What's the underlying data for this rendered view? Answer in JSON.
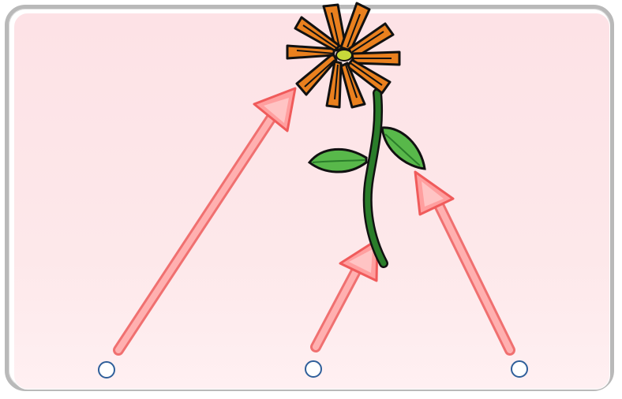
{
  "scene": {
    "icons": {
      "flower": "flower-icon",
      "arrow": "arrow-icon",
      "handle": "drag-handle-icon"
    },
    "colors": {
      "background_top": "#fde2e6",
      "background_bottom": "#fff0f2",
      "frame_border": "#b9b9b9",
      "arrow_fill": "#ff9a9a",
      "arrow_stroke": "#f05b5b",
      "petal_fill": "#e9801e",
      "stem_fill": "#1f7a1f",
      "leaf_fill": "#4aa53a",
      "handle_stroke": "#2f5f9a"
    },
    "arrows": [
      {
        "name": "arrow-left",
        "interactable": true
      },
      {
        "name": "arrow-middle",
        "interactable": true
      },
      {
        "name": "arrow-right",
        "interactable": true
      }
    ],
    "handles": [
      {
        "name": "handle-left",
        "interactable": true
      },
      {
        "name": "handle-middle",
        "interactable": true
      },
      {
        "name": "handle-right",
        "interactable": true
      }
    ]
  }
}
